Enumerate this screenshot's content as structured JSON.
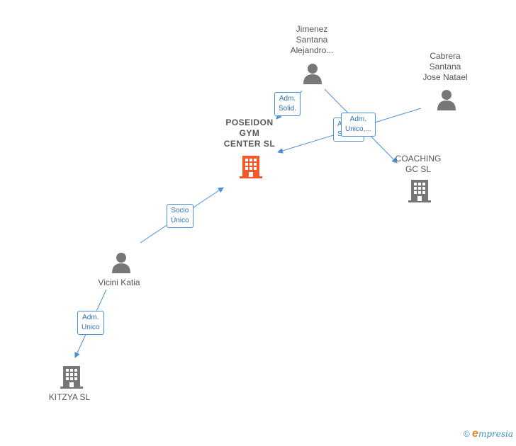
{
  "nodes": {
    "jimenez": {
      "label": "Jimenez\nSantana\nAlejandro..."
    },
    "cabrera": {
      "label": "Cabrera\nSantana\nJose Natael"
    },
    "poseidon": {
      "label": "POSEIDON\nGYM\nCENTER  SL"
    },
    "coaching": {
      "label": "COACHING\nGC  SL"
    },
    "vicini": {
      "label": "Vicini Katia"
    },
    "kitzya": {
      "label": "KITZYA  SL"
    }
  },
  "edges": {
    "adm_solid": "Adm.\nSolid.",
    "adm_unico_partial": "A\nS",
    "adm_unico_cut": "Adm.\nUnico,...",
    "socio_unico": "Socio\nÚnico",
    "adm_unico": "Adm.\nUnico"
  },
  "footer": {
    "copyright": "©",
    "brand_e": "e",
    "brand_rest": "mpresia"
  },
  "colors": {
    "edge": "#4a90d9",
    "person": "#777777",
    "company": "#777777",
    "company_main": "#f05a28"
  }
}
